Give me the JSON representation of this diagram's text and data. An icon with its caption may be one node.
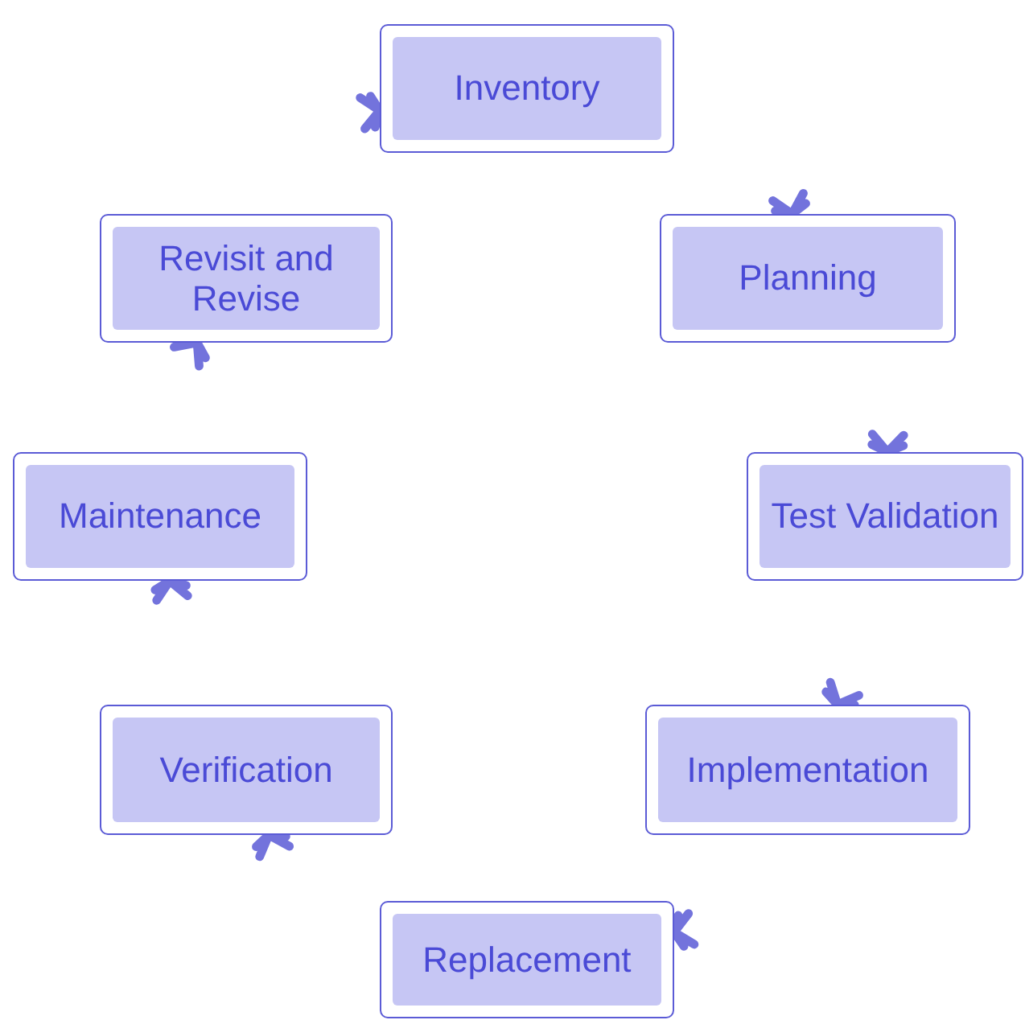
{
  "diagram": {
    "nodes": [
      {
        "text": [
          "Inventory"
        ]
      },
      {
        "text": [
          "Planning"
        ]
      },
      {
        "text": [
          "Test Validation"
        ]
      },
      {
        "text": [
          "Implementation"
        ]
      },
      {
        "text": [
          "Replacement"
        ]
      },
      {
        "text": [
          "Verification"
        ]
      },
      {
        "text": [
          "Maintenance"
        ]
      },
      {
        "text": [
          "Revisit and Revise"
        ]
      }
    ],
    "edges": [
      {
        "from": 0,
        "to": 1,
        "arrow": "to"
      },
      {
        "from": 1,
        "to": 2,
        "arrow": "to"
      },
      {
        "from": 2,
        "to": 3,
        "arrow": "to"
      },
      {
        "from": 3,
        "to": 4,
        "arrow": "to"
      },
      {
        "from": 4,
        "to": 5,
        "arrow": "to"
      },
      {
        "from": 5,
        "to": 6,
        "arrow": "to"
      },
      {
        "from": 6,
        "to": 7,
        "arrow": "to"
      },
      {
        "from": 7,
        "to": 0,
        "arrow": "to"
      }
    ]
  }
}
